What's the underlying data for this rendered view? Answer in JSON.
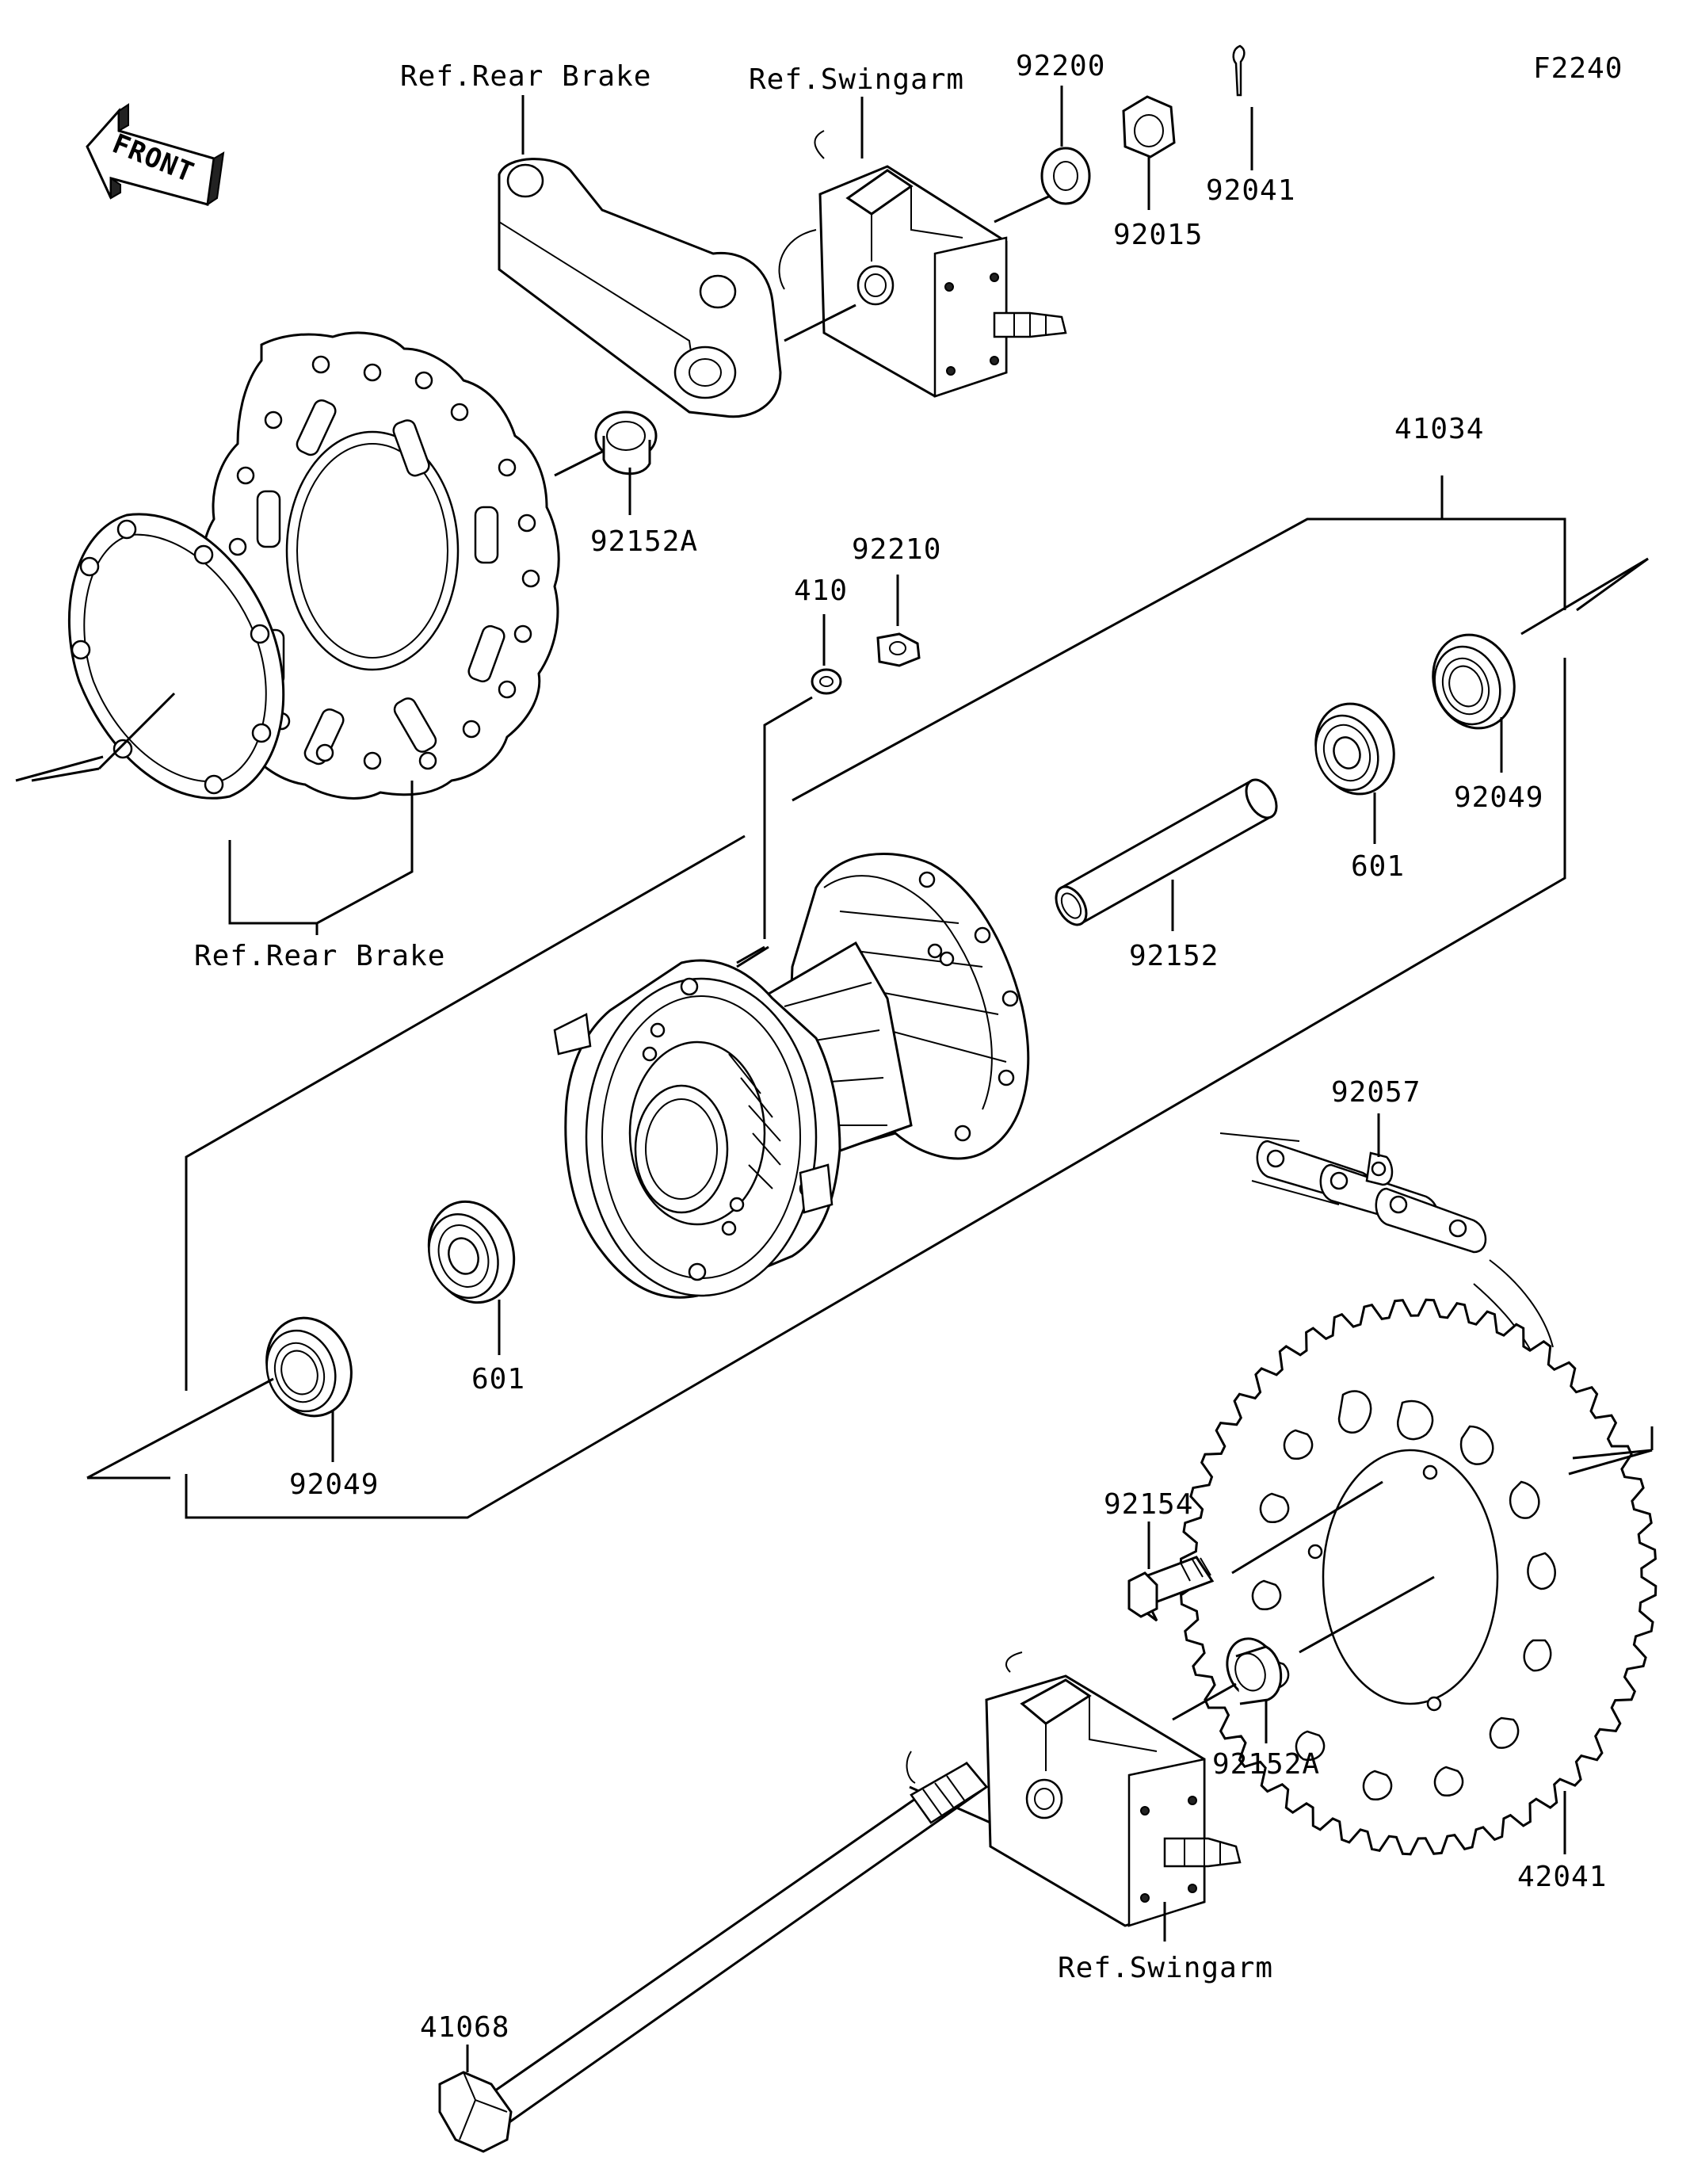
{
  "diagram_code": "F2240",
  "front_badge": "FRONT",
  "labels": {
    "ref_rear_brake_top": "Ref.Rear Brake",
    "ref_swingarm_top": "Ref.Swingarm",
    "p92200": "92200",
    "p92015": "92015",
    "p92041": "92041",
    "p92152a_top": "92152A",
    "p41034": "41034",
    "p92210": "92210",
    "p410": "410",
    "p92049_right": "92049",
    "p601_right": "601",
    "p92152": "92152",
    "ref_rear_brake_bottom": "Ref.Rear Brake",
    "p92057": "92057",
    "p601_left": "601",
    "p92049_left": "92049",
    "p92154": "92154",
    "p92152a_bottom": "92152A",
    "p42041": "42041",
    "ref_swingarm_bottom": "Ref.Swingarm",
    "p41068": "41068"
  }
}
